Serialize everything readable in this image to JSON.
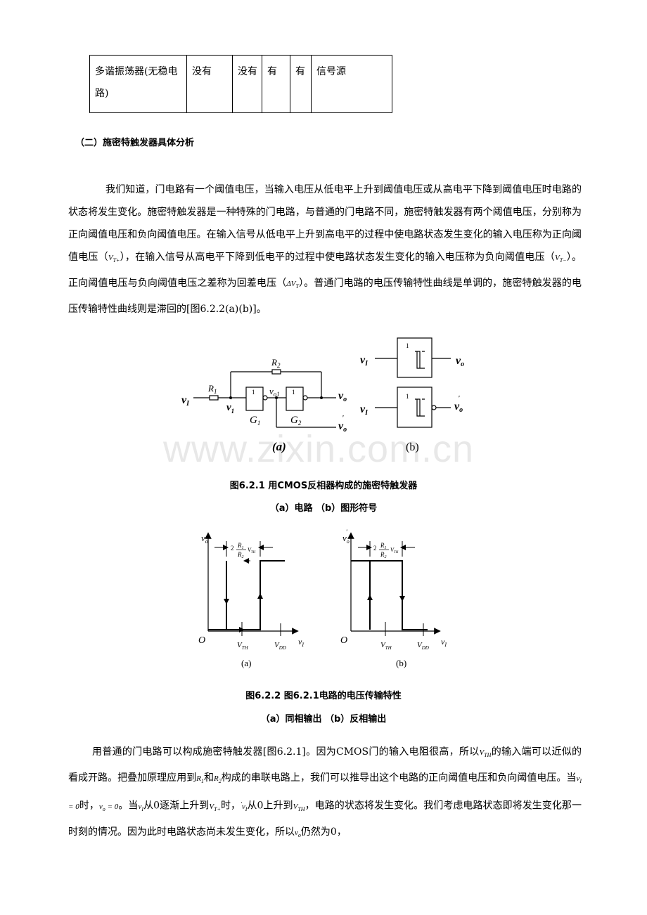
{
  "table": {
    "row": [
      "多谐振荡器(无稳电路)",
      "没有",
      "没有",
      "有",
      "有",
      "信号源"
    ]
  },
  "section_title": "（二）施密特触发器具体分析",
  "para1": {
    "p1": "我们知道，门电路有一个阈值电压，当输入电压从低电平上升到阈值电压或从高电平下降到阈值电压时电路的状态将发生变化。施密特触发器是一种特殊的门电路，与普通的门电路不同，施密特触发器有两个阈值电压，分别称为正向阈值电压和负向阈值电压。在输入信号从低电平上升到高电平的过程中使电路状态发生变化的输入电压称为正向阈值电压（",
    "vt_plus": "V",
    "vt_plus_sub": "T+",
    "p2": "），在输入信号从高电平下降到低电平的过程中使电路状态发生变化的输入电压称为负向阈值电压（",
    "vt_minus": "V",
    "vt_minus_sub": "T−",
    "p3": "）。正向阈值电压与负向阈值电压之差称为回差电压（",
    "dvt": "ΔV",
    "dvt_sub": "T",
    "p4": "）。普通门电路的电压传输特性曲线是单调的，施密特触发器的电压传输特性曲线则是滞回的[图6.2.2(a)(b)]。"
  },
  "fig1": {
    "vi": "v",
    "vi_sub": "I",
    "r1": "R",
    "r1_sub": "1",
    "r2": "R",
    "r2_sub": "2",
    "v1p": "v",
    "v1p_sub": "1",
    "v1p_sup": "'",
    "vo1": "v",
    "vo1_sub": "o1",
    "vo": "v",
    "vo_sub": "o",
    "vop": "v",
    "vop_sub": "o",
    "vop_sup": "'",
    "g1": "G",
    "g1_sub": "1",
    "g2": "G",
    "g2_sub": "2",
    "gate_label": "1",
    "label_a": "(a)",
    "label_b": "(b)",
    "caption1": "图6.2.1 用CMOS反相器构成的施密特触发器",
    "caption2": "（a）电路 （b）图形符号"
  },
  "watermark": "www.zixin.com.cn",
  "fig2": {
    "graph_a": {
      "y_axis": "v",
      "y_sub": "o",
      "origin": "O",
      "vth": "V",
      "vth_sub": "TH",
      "vdd": "V",
      "vdd_sub": "DD",
      "x_axis": "v",
      "x_sub": "I",
      "hyst_2": "2",
      "hyst_r1": "R",
      "hyst_r1_sub": "1",
      "hyst_r2": "R",
      "hyst_r2_sub": "2",
      "hyst_v": "V",
      "hyst_v_sub": "TH",
      "label": "(a)"
    },
    "graph_b": {
      "y_axis": "v",
      "y_sub": "o",
      "y_sup": "'",
      "origin": "O",
      "vth": "V",
      "vth_sub": "TH",
      "vdd": "V",
      "vdd_sub": "DD",
      "x_axis": "v",
      "x_sub": "I",
      "hyst_2": "2",
      "hyst_r1": "R",
      "hyst_r1_sub": "1",
      "hyst_r2": "R",
      "hyst_r2_sub": "2",
      "hyst_v": "V",
      "hyst_v_sub": "TH",
      "label": "(b)"
    },
    "caption1": "图6.2.2 图6.2.1电路的电压传输特性",
    "caption2": "（a）同相输出 （b）反相输出"
  },
  "para2": {
    "t1": "用普通的门电路可以构成施密特触发器[图6.2.1]。因为CMOS门的输入电阻很高，所以",
    "vth": "V",
    "vth_sub": "TH",
    "t2": "的输入端可以近似的看成开路。把叠加原理应用到",
    "r1": "R",
    "r1_sub": "1",
    "t3": "和",
    "r2": "R",
    "r2_sub": "2",
    "t4": "构成的串联电路上，我们可以推导出这个电路的正向阈值电压和负向阈值电压。当",
    "e1": "v",
    "e1_sub": "I",
    "e1_rest": " = 0",
    "t5": "时，",
    "e2": "v",
    "e2_sub": "o",
    "e2_rest": " = 0",
    "t6": "。当",
    "e3": "v",
    "e3_sub": "I",
    "t7": "从0逐渐上升到",
    "e4": "V",
    "e4_sub": "T+",
    "t8": "时，",
    "e5": "v",
    "e5_sub": "I",
    "e5_sup": "'",
    "t9": "从0上升到",
    "e6": "V",
    "e6_sub": "TH",
    "t10": "，电路的状态将发生变化。我们考虑电路状态即将发生变化那一时刻的情况。因为此时电路状态尚未发生变化，所以",
    "e7": "v",
    "e7_sub": "o",
    "t11": "仍然为0，"
  }
}
